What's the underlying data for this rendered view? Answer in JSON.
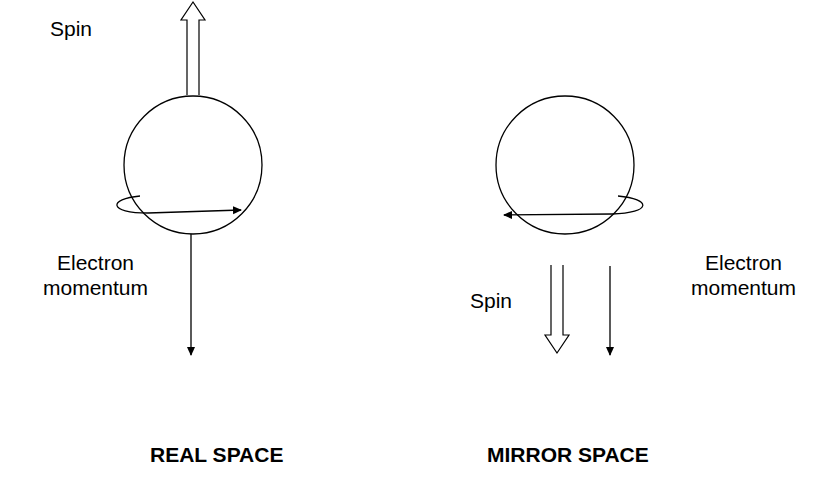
{
  "diagram": {
    "labels": [
      "Spin",
      "Electron momentum",
      "REAL SPACE",
      "Spin",
      "Electron momentum",
      "MIRROR SPACE"
    ]
  }
}
